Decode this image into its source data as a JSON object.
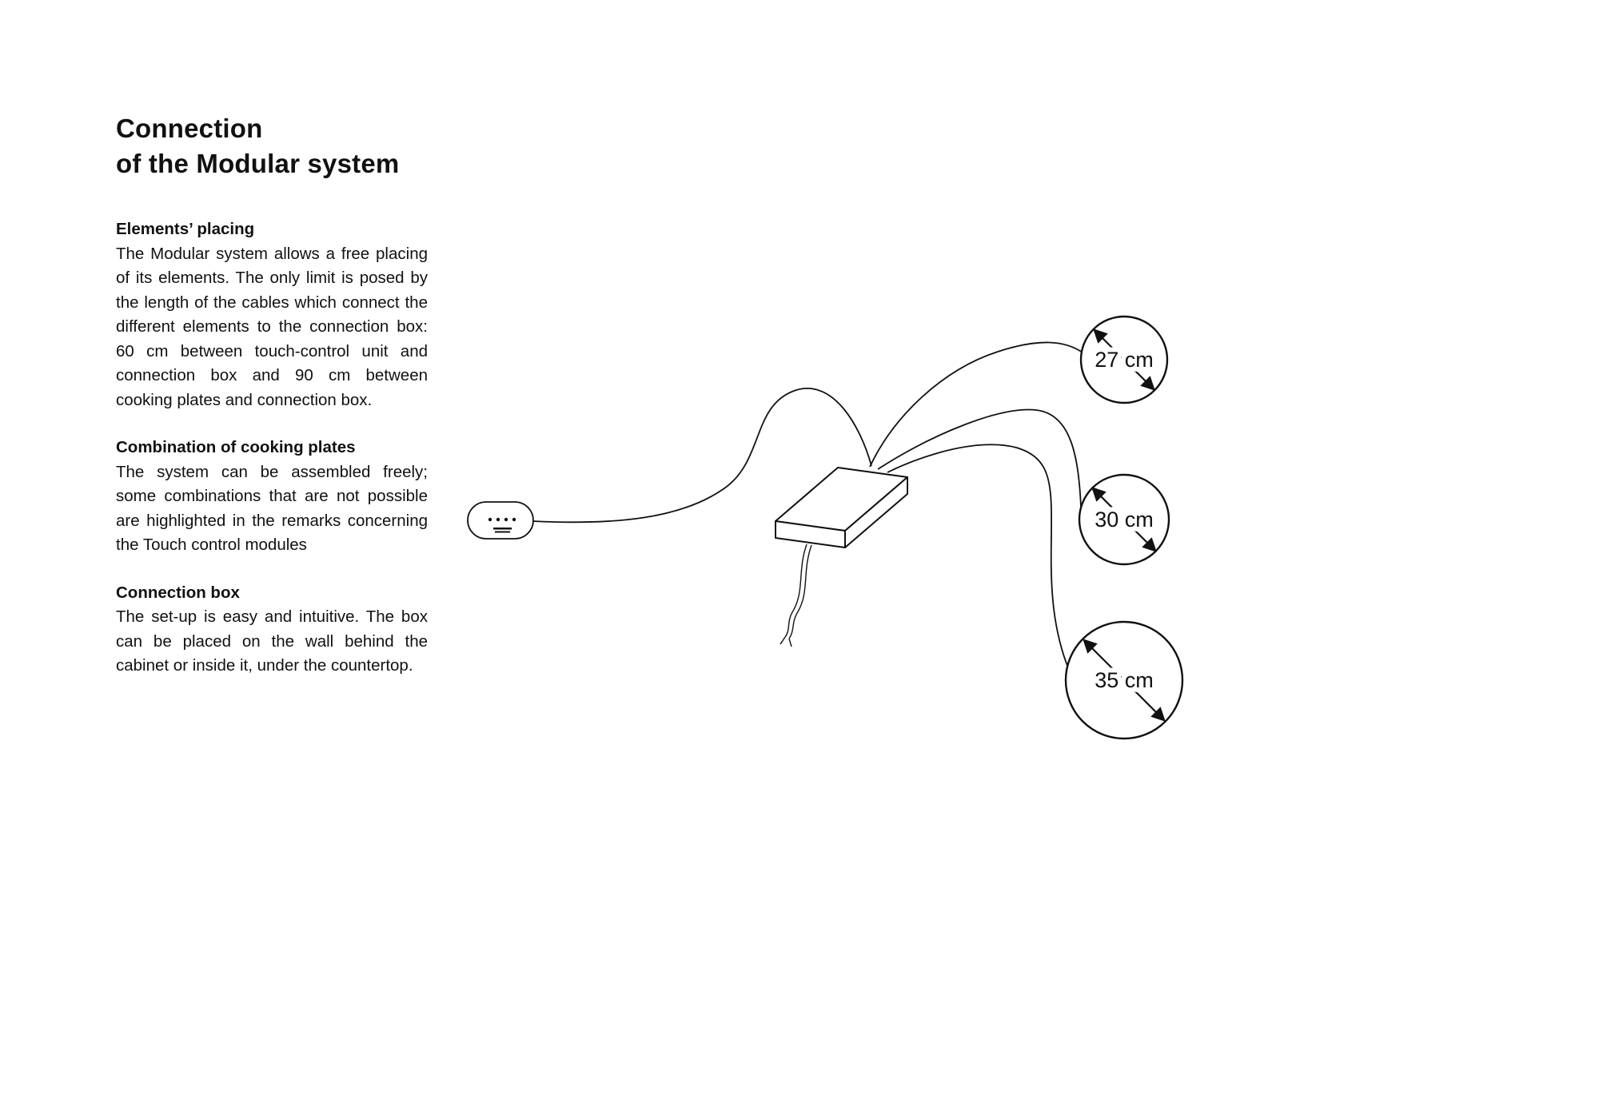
{
  "document": {
    "title_lines": [
      "Connection",
      "of the Modular system"
    ],
    "sections": [
      {
        "heading": "Elements’ placing",
        "body": "The Modular system allows a free placing of its elements. The only limit is posed by the length of the cables which connect the different elements to the connection box: 60 cm between touch-control unit and connection box and 90 cm between cooking plates and connection box."
      },
      {
        "heading": "Combination of cooking plates",
        "body": "The system can be assembled freely; some combinations that are not possible are highlighted in the remarks concerning the Touch control modules"
      },
      {
        "heading": "Connection box",
        "body": "The set-up is easy and intuitive. The box can be placed on the wall behind the cabinet or inside it, under the countertop."
      }
    ]
  },
  "diagram": {
    "cable_length_labels": [
      {
        "label": "27 cm"
      },
      {
        "label": "30 cm"
      },
      {
        "label": "35 cm"
      }
    ]
  },
  "colors": {
    "ink": "#111111",
    "paper": "#ffffff"
  }
}
